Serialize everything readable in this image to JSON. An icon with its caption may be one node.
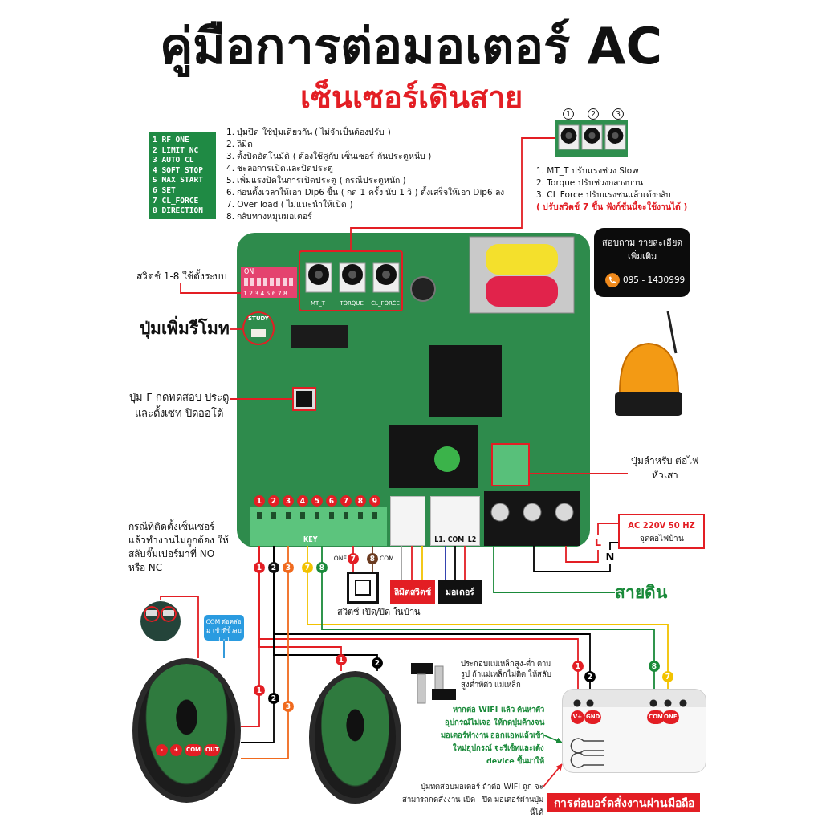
{
  "diagram": {
    "title": "คู่มือการต่อมอเตอร์ AC",
    "nodes": [
      {
        "text": [
          "1 RF ONE",
          "2 LIMIT NC",
          "3 AUTO CL",
          "4 SOFT STOP",
          "5 MAX START",
          "6 SET",
          "7 CL_FORCE",
          "8 DIRECTION"
        ]
      },
      {
        "text": [],
        "shape": "picture",
        "beside": [
          "1",
          "2",
          "3"
        ]
      },
      {
        "text": [],
        "shape": "picture"
      },
      {
        "text": [
          "ON",
          "1 2 3 4 5 6 7 8"
        ],
        "in": 2
      },
      {
        "text": [
          "MT_T",
          "TORQUE",
          "CL_FORCE"
        ],
        "in": 2
      },
      {
        "text": [
          "STUDY"
        ],
        "in": 2
      },
      {
        "text": [],
        "shape": "box",
        "in": 2
      },
      {
        "text": [
          "1",
          "2",
          "3",
          "4",
          "5",
          "6",
          "7",
          "8",
          "9",
          "KEY"
        ],
        "in": 2
      },
      {
        "text": [],
        "shape": "box",
        "in": 2
      },
      {
        "text": [
          "L1.",
          "COM",
          "L2"
        ],
        "in": 2
      },
      {
        "text": [],
        "shape": "box",
        "in": 2
      },
      {
        "text": [],
        "shape": "box",
        "in": 2
      },
      {
        "text": [
          "สวิตช์ 1-8 ใช้ตั้งระบบ"
        ]
      },
      {
        "text": [
          "ปุ่มเพิ่มรีโมท"
        ]
      },
      {
        "text": [
          "ปุ่ม F กดทดสอบ ประตูและตั้งเซท ปิดออโต้"
        ]
      },
      {
        "text": [
          "สอบถาม รายละเอียดเพิ่มเติม",
          "095 - 1430999"
        ]
      },
      {
        "text": [
          "ปุ่มสำหรับ ต่อไฟหัวเสา"
        ]
      },
      {
        "text": [
          "AC 220V 50 HZ",
          "จุดต่อไฟบ้าน"
        ]
      },
      {
        "text": [
          "สายดิน"
        ]
      },
      {
        "text": [],
        "shape": "box",
        "beside": [
          "สวิตช์ เปิด/ปิด ในบ้าน"
        ]
      },
      {
        "text": [
          "ลิมิตสวิตช์"
        ]
      },
      {
        "text": [
          "มอเตอร์"
        ]
      },
      {
        "text": [],
        "shape": "picture"
      },
      {
        "text": [
          "COM ต่อคล่อม เข้าที่ขั้วลบ ( - )"
        ]
      },
      {
        "text": [
          "-",
          "+",
          "COM",
          "OUT"
        ]
      },
      {
        "text": [],
        "shape": "picture"
      },
      {
        "text": [
          "V+",
          "GND",
          "COM",
          "ONE"
        ]
      },
      {
        "text": [
          "หากต่อ WIFI แล้ว ค้นหาตัวอุปกรณ์ไม่เจอ ให้กดปุ่มค้างจนมอเตอร์ทำงาน ออกแอพแล้วเข้าใหม่อุปกรณ์ จะรีเซ็ทและเด้ง device ขึ้นมาให้"
        ]
      },
      {
        "text": [
          "ปุ่มทดสอบมอเตอร์ ถ้าต่อ WIFI ถูก จะสามารถกดสั่งงาน เปิด - ปิด มอเตอร์ผ่านปุ่มนี้ได้"
        ]
      },
      {
        "text": [
          "การต่อบอร์ดสั่งงานผ่านมือถือ"
        ]
      }
    ],
    "edges": [
      {
        "from": 1,
        "to": 4,
        "arrow": "none"
      },
      {
        "from": 12,
        "to": 3,
        "arrow": "none"
      },
      {
        "from": 13,
        "to": 5,
        "arrow": "none"
      },
      {
        "from": 14,
        "to": 6,
        "arrow": "none"
      },
      {
        "from": 16,
        "to": 11,
        "arrow": "none"
      },
      {
        "from": 10,
        "to": 17,
        "arrow": "none",
        "label": "L"
      },
      {
        "from": 10,
        "to": 17,
        "arrow": "none",
        "label": "N",
        "color": "#000000"
      },
      {
        "from": 10,
        "to": 18,
        "arrow": "none",
        "color": "#1a8a3a"
      },
      {
        "from": 7,
        "to": 19,
        "arrow": "none",
        "label": "7"
      },
      {
        "from": 7,
        "to": 19,
        "arrow": "none",
        "label": "8",
        "color": "#6b3a1f"
      },
      {
        "from": 8,
        "to": 20,
        "arrow": "none",
        "color": "#9e9e9e"
      },
      {
        "from": 8,
        "to": 20,
        "arrow": "none"
      },
      {
        "from": 8,
        "to": 20,
        "arrow": "none",
        "color": "#f2c200"
      },
      {
        "from": 9,
        "to": 21,
        "arrow": "none",
        "color": "#1f2fa8"
      },
      {
        "from": 9,
        "to": 21,
        "arrow": "none",
        "color": "#000000"
      },
      {
        "from": 9,
        "to": 21,
        "arrow": "none"
      },
      {
        "from": 22,
        "to": 24,
        "arrow": "none"
      },
      {
        "from": 23,
        "to": 24,
        "arrow": "none",
        "color": "#1e90d6"
      },
      {
        "from": 7,
        "to": 24,
        "arrow": "none",
        "label": "1"
      },
      {
        "from": 7,
        "to": 25,
        "arrow": "none",
        "label": "1"
      },
      {
        "from": 7,
        "to": 26,
        "arrow": "none",
        "label": "1"
      },
      {
        "from": 7,
        "to": 24,
        "arrow": "none",
        "label": "2",
        "color": "#000000"
      },
      {
        "from": 7,
        "to": 25,
        "arrow": "none",
        "label": "2",
        "color": "#000000"
      },
      {
        "from": 7,
        "to": 26,
        "arrow": "none",
        "label": "2",
        "color": "#000000"
      },
      {
        "from": 7,
        "to": 24,
        "arrow": "none",
        "label": "3",
        "color": "#f06a1e"
      },
      {
        "from": 7,
        "to": 26,
        "arrow": "none",
        "label": "7",
        "color": "#f2c200"
      },
      {
        "from": 7,
        "to": 26,
        "arrow": "none",
        "label": "8",
        "color": "#1a8a3a"
      },
      {
        "from": 27,
        "to": 26,
        "arrow": "to",
        "color": "#1a8a3a"
      },
      {
        "from": 28,
        "to": 26,
        "arrow": "to"
      }
    ],
    "labels": [
      "เซ็นเซอร์เดินสาย",
      "1. ปุ่มปิด ใช้ปุ่มเดียวกัน ( ไม่จำเป็นต้องปรับ )",
      "2. ลิมิต",
      "3. ตั้งปิดอัตโนมัติ ( ต้องใช้คู่กับ เซ็นเซอร์ กันประตูหนีบ )",
      "4. ชะลอการเปิดและปิดประตู",
      "5. เพิ่มแรงปิดในการเปิดประตู ( กรณีประตูหนัก )",
      "6. ก่อนตั้งเวลาให้เอา Dip6 ขึ้น ( กด 1 ครั้ง นับ 1 วิ ) ตั้งเสร็จให้เอา Dip6 ลง",
      "7. Over load ( ไม่แนะนำให้เปิด )",
      "8. กลับทางหมุนมอเตอร์",
      "1. MT_T ปรับแรงช่วง Slow",
      "2. Torque ปรับช่วงกลางบาน",
      "3. CL Force ปรับแรงชนแล้วเด้งกลับ",
      "( ปรับสวิตช์ 7 ขึ้น ฟังก์ชั่นนี้จะใช้งานได้ )",
      "ONE",
      "COM",
      "1",
      "2",
      "3",
      "7",
      "8",
      "กรณีที่ติดตั้งเซ็นเซอร์ แล้วทำงานไม่ถูกต้อง ให้สลับจั๊มเปอร์มาที่ NO หรือ NC",
      "ประกอบแม่เหล็กสูง-ต่ำ ตามรูป ถ้าแม่เหล็กไม่ติด ให้สลับสูงต่ำที่ตัว แม่เหล็ก"
    ]
  }
}
